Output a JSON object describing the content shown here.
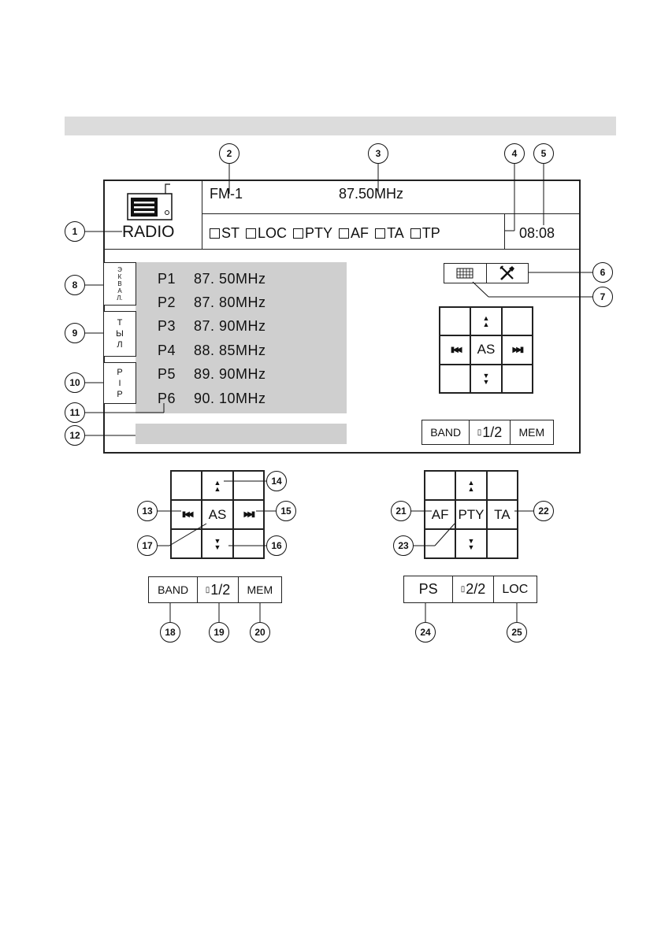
{
  "header": {
    "band": "FM-1",
    "frequency": "87.50MHz",
    "clock": "08:08",
    "source_label": "RADIO"
  },
  "flags": [
    "ST",
    "LOC",
    "PTY",
    "AF",
    "TA",
    "TP"
  ],
  "side_buttons": {
    "eq": [
      "Э",
      "К",
      "В",
      "А",
      "Л."
    ],
    "rear": [
      "Т",
      "Ы",
      "Л"
    ],
    "pip": [
      "P",
      "I",
      "P"
    ]
  },
  "presets": [
    {
      "label": "P1",
      "freq": "87. 50MHz"
    },
    {
      "label": "P2",
      "freq": "87. 80MHz"
    },
    {
      "label": "P3",
      "freq": "87. 90MHz"
    },
    {
      "label": "P4",
      "freq": "88. 85MHz"
    },
    {
      "label": "P5",
      "freq": "89. 90MHz"
    },
    {
      "label": "P6",
      "freq": "90. 10MHz"
    }
  ],
  "tuner_pad": {
    "center": "AS",
    "up": "▲​▲",
    "down": "▼​▼",
    "prev": "⏮",
    "next": "⏭"
  },
  "bottom_bar": {
    "band": "BAND",
    "page": "1/2",
    "mem": "MEM"
  },
  "pad2": {
    "left": "AF",
    "center": "PTY",
    "right": "TA"
  },
  "bottom_bar2": {
    "ps": "PS",
    "page": "2/2",
    "loc": "LOC"
  },
  "callouts": [
    "1",
    "2",
    "3",
    "4",
    "5",
    "6",
    "7",
    "8",
    "9",
    "10",
    "11",
    "12",
    "13",
    "14",
    "15",
    "16",
    "17",
    "18",
    "19",
    "20",
    "21",
    "22",
    "23",
    "24",
    "25"
  ]
}
